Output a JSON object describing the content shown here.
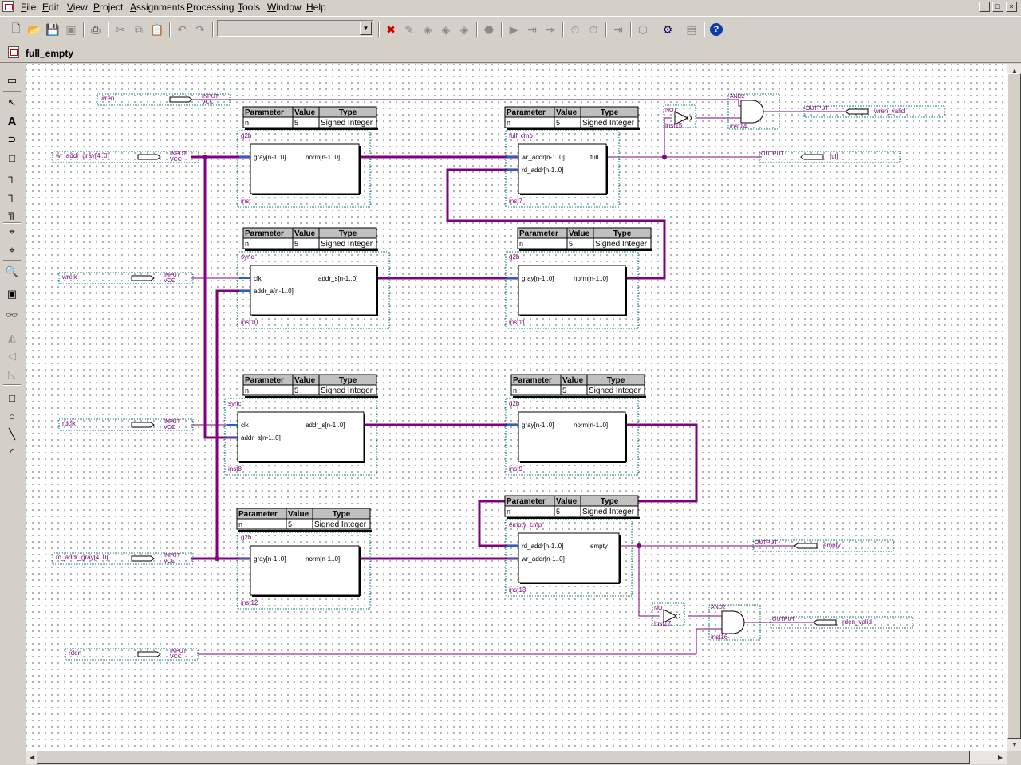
{
  "menu": {
    "items": [
      "File",
      "Edit",
      "View",
      "Project",
      "Assignments",
      "Processing",
      "Tools",
      "Window",
      "Help"
    ]
  },
  "window_buttons": [
    "_",
    "□",
    "×"
  ],
  "toolbar": {
    "icons": [
      "new-icon",
      "open-icon",
      "save-icon",
      "save-all-icon",
      "print-icon",
      "cut-icon",
      "copy-icon",
      "paste-icon",
      "undo-icon",
      "redo-icon",
      "project-navigator-icon",
      "edit-icon",
      "compile-icon",
      "analysis-icon",
      "stop-icon",
      "start-compilation-icon",
      "analysis-synthesis-icon",
      "fitter-icon",
      "timing-analyzer-icon",
      "timing-icon",
      "simulation-icon",
      "rtl-viewer-icon",
      "programmer-icon",
      "chip-planner-icon",
      "help-icon"
    ],
    "combo_value": ""
  },
  "document": {
    "title": "full_empty"
  },
  "left_tools": [
    "window-icon",
    "selection-icon",
    "text-icon",
    "symbol-icon",
    "block-icon",
    "orthogonal-node-icon",
    "orthogonal-bus-icon",
    "conduit-icon",
    "partial-line-icon",
    "use-rubberbanding-icon",
    "zoom-icon",
    "full-screen-icon",
    "find-icon",
    "flip-horizontal-icon",
    "flip-vertical-icon",
    "rotate-icon",
    "rectangle-icon",
    "ellipse-icon",
    "line-icon",
    "arc-icon"
  ],
  "schematic": {
    "pin_type_input": "INPUT",
    "pin_type_output": "OUTPUT",
    "vcc": "VCC",
    "param_headers": [
      "Parameter",
      "Value",
      "Type"
    ],
    "param_row": [
      "n",
      "5",
      "Signed Integer"
    ],
    "gates": {
      "not": "NOT",
      "and2": "AND2"
    },
    "input_pins": [
      "wren",
      "wr_addr_gray[4..0]",
      "wrclk",
      "rdclk",
      "rd_addr_gray[4..0]",
      "rden"
    ],
    "output_pins": [
      "wren_valid",
      "full",
      "empty",
      "rden_valid"
    ],
    "blocks": [
      {
        "type": "g2b",
        "inst": "inst",
        "ports_in": [
          "gray[n-1..0]"
        ],
        "ports_out": [
          "norm[n-1..0]"
        ]
      },
      {
        "type": "full_cmp",
        "inst": "inst7",
        "ports_in": [
          "wr_addr[n-1..0]",
          "rd_addr[n-1..0]"
        ],
        "ports_out": [
          "full"
        ]
      },
      {
        "type": "sync",
        "inst": "inst10",
        "ports_in": [
          "clk",
          "addr_a[n-1..0]"
        ],
        "ports_out": [
          "addr_s[n-1..0]"
        ]
      },
      {
        "type": "g2b",
        "inst": "inst11",
        "ports_in": [
          "gray[n-1..0]"
        ],
        "ports_out": [
          "norm[n-1..0]"
        ]
      },
      {
        "type": "sync",
        "inst": "inst8",
        "ports_in": [
          "clk",
          "addr_a[n-1..0]"
        ],
        "ports_out": [
          "addr_s[n-1..0]"
        ]
      },
      {
        "type": "g2b",
        "inst": "inst9",
        "ports_in": [
          "gray[n-1..0]"
        ],
        "ports_out": [
          "norm[n-1..0]"
        ]
      },
      {
        "type": "g2b",
        "inst": "inst12",
        "ports_in": [
          "gray[n-1..0]"
        ],
        "ports_out": [
          "norm[n-1..0]"
        ]
      },
      {
        "type": "empty_cmp",
        "inst": "inst13",
        "ports_in": [
          "rd_addr[n-1..0]",
          "wr_addr[n-1..0]"
        ],
        "ports_out": [
          "empty"
        ]
      }
    ],
    "gate_insts": [
      "inst15",
      "inst14",
      "inst17",
      "inst16"
    ]
  },
  "colors": {
    "wire": "#800080",
    "pin_box": "#008080",
    "canvas": "#ffffff",
    "chrome": "#d4d0c8"
  }
}
